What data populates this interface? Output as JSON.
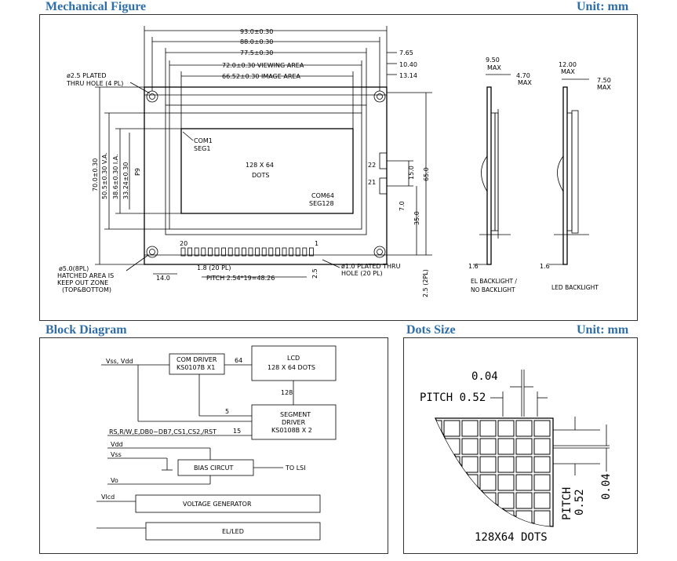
{
  "headers": {
    "mechanical": "Mechanical Figure",
    "unit1": "Unit: mm",
    "block": "Block Diagram",
    "dots": "Dots Size",
    "unit2": "Unit: mm"
  },
  "mechanical": {
    "dims_top": [
      "93.0±0.30",
      "88.0±0.30",
      "77.5±0.30",
      "72.0±0.30 VIEWING AREA",
      "66.52±0.30 IMAGE AREA"
    ],
    "dims_right": [
      "7.65",
      "10.40",
      "13.14"
    ],
    "hole_note": [
      "ø2.5 PLATED",
      "THRU HOLE (4 PL)"
    ],
    "dims_left": [
      "70.0±0.30",
      "50.5±0.30 V.A.",
      "38.6±0.30 I.A.",
      "33.24±0.30",
      "P9"
    ],
    "com1": [
      "COM1",
      "SEG1"
    ],
    "center": [
      "128 X 64",
      "DOTS"
    ],
    "com64": [
      "COM64",
      "SEG128"
    ],
    "conn": [
      "22",
      "21",
      "15.0",
      "7.0",
      "65.0",
      "35.0"
    ],
    "pin20": "20",
    "pin1": "1",
    "bottom": [
      "ø5.0(8PL)",
      "HATCHED AREA IS",
      "KEEP OUT ZONE",
      "(TOP&BOTTOM)",
      "14.0",
      "1.8 (20 PL)",
      "PITCH 2.54*19=48.26",
      "2.5",
      "ø1.0 PLATED THRU",
      "HOLE (20 PL)",
      "2.5 (2PL)"
    ],
    "side_el": [
      "9.50",
      "MAX",
      "4.70",
      "MAX",
      "1.6",
      "EL BACKLIGHT /",
      "NO BACKLIGHT"
    ],
    "side_led": [
      "12.00",
      "MAX",
      "7.50",
      "MAX",
      "1.6",
      "LED BACKLIGHT"
    ]
  },
  "block": {
    "vss_vdd": "Vss, Vdd",
    "com_driver": [
      "COM DRIVER",
      "KS0107B X1"
    ],
    "n64": "64",
    "lcd": [
      "LCD",
      "128 X 64 DOTS"
    ],
    "n128": "128",
    "n5": "5",
    "seg_driver": [
      "SEGMENT",
      "DRIVER",
      "KS0108B X 2"
    ],
    "signals": "RS,R/W,E,DB0~DB7,CS1,CS2,/RST",
    "n15": "15",
    "vdd": "Vdd",
    "vss": "Vss",
    "bias": "BIAS CIRCUT",
    "to_lsi": "TO LSI",
    "vo": "Vo",
    "vlcd": "Vlcd",
    "voltage_gen": "VOLTAGE GENERATOR",
    "el_led": "EL/LED"
  },
  "dots": {
    "d004": "0.04",
    "pitch": "PITCH  0.52",
    "v_pitch": "PITCH",
    "v_052": "0.52",
    "v_004": "0.04",
    "caption": "128X64  DOTS"
  }
}
